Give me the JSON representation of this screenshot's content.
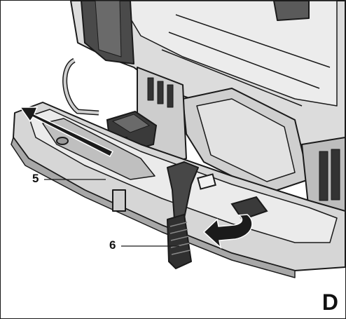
{
  "figure": {
    "panel_label": "D",
    "callouts": [
      {
        "number": "5",
        "part": "base-plate"
      },
      {
        "number": "6",
        "part": "bevel-lever"
      }
    ]
  },
  "colors": {
    "body_light": "#e4e4e4",
    "body_mid": "#bdbdbd",
    "body_dark": "#5a5a5a",
    "rubber": "#3a3a3a",
    "arrow": "#1b1b1b",
    "outline": "#1a1a1a"
  },
  "icons": [
    "direction-arrow-icon",
    "curved-arrow-icon"
  ]
}
